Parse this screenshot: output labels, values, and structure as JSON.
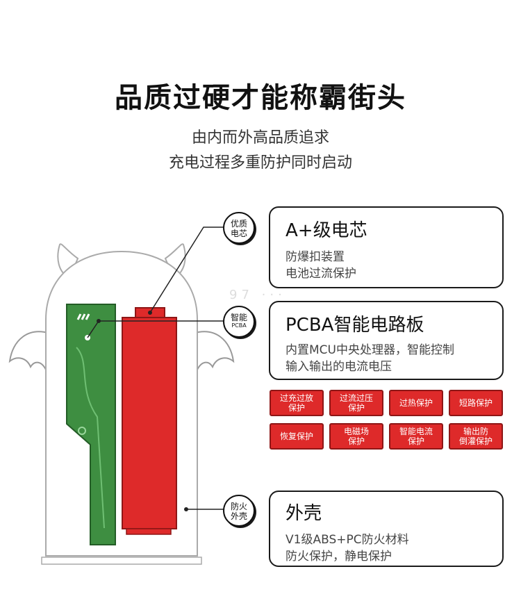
{
  "header": {
    "title": "品质过硬才能称霸街头",
    "subtitle_lines": [
      "由内而外高品质追求",
      "充电过程多重防护同时启动"
    ]
  },
  "badges": {
    "cell": [
      "优质",
      "电芯"
    ],
    "pcba": [
      "智能",
      "PCBA"
    ],
    "shell": [
      "防火",
      "外壳"
    ]
  },
  "cards": [
    {
      "heading": "A+级电芯",
      "lines": [
        "防爆扣装置",
        "电池过流保护"
      ]
    },
    {
      "heading": "PCBA智能电路板",
      "lines": [
        "内置MCU中央处理器，智能控制",
        "输入输出的电流电压"
      ]
    },
    {
      "heading": "外壳",
      "lines": [
        "V1级ABS+PC防火材料",
        "防火保护，静电保护"
      ]
    }
  ],
  "protection_tags": [
    [
      "过充过放",
      "保护"
    ],
    [
      "过流过压",
      "保护"
    ],
    [
      "过热保护"
    ],
    [
      "短路保护"
    ],
    [
      "恢复保护"
    ],
    [
      "电磁场",
      "保护"
    ],
    [
      "智能电流",
      "保护"
    ],
    [
      "输出防",
      "倒灌保护"
    ]
  ],
  "colors": {
    "accent_red": "#de2a2a",
    "pcb_green": "#3e8e41"
  },
  "watermark": "97 ···"
}
